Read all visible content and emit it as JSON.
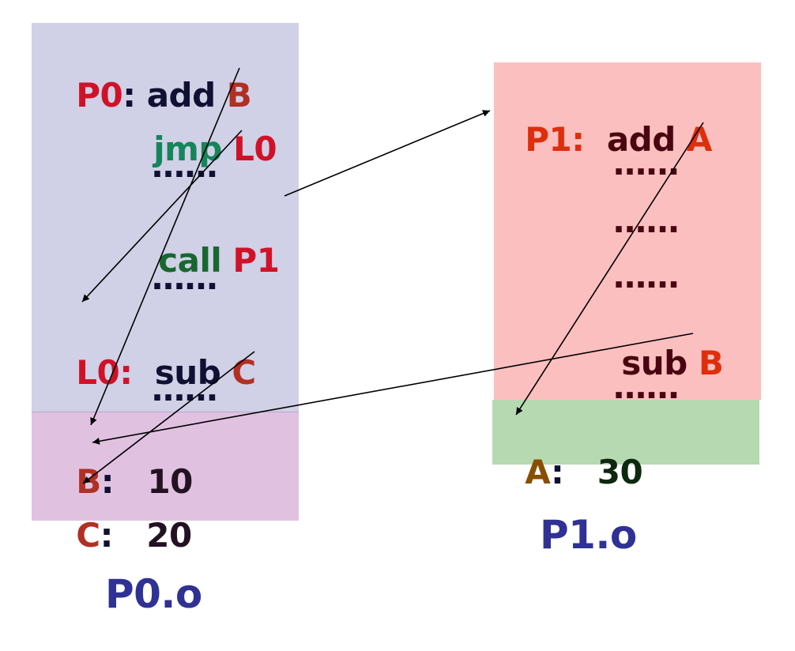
{
  "p0": {
    "label": "P0",
    "colon": ":",
    "op_add": "add",
    "add_arg": "B",
    "op_jmp": "jmp",
    "jmp_arg": "L0",
    "dots1": "……",
    "op_call": "call",
    "call_arg": "P1",
    "dots2": "……",
    "l0_label": "L0:",
    "op_sub": "sub",
    "sub_arg": "C",
    "dots3": "……",
    "b_label": "B",
    "b_colon": ":",
    "b_value": "10",
    "c_label": "C",
    "c_colon": ":",
    "c_value": "20",
    "file": "P0.o"
  },
  "p1": {
    "label": "P1:",
    "op_add": "add",
    "add_arg": "A",
    "dots1": "……",
    "dots2": "……",
    "dots3": "……",
    "op_sub": "sub",
    "sub_arg": "B",
    "dots4": "……",
    "a_label": "A",
    "a_colon": ":",
    "a_value": "30",
    "file": "P1.o"
  },
  "colors": {
    "p0_code_bg": "#d0d0e7",
    "p0_data_bg": "#e0c2e0",
    "p1_code_bg": "#fcbfbf",
    "p1_data_bg": "#b6d9b2",
    "file_label": "#2f3194"
  }
}
